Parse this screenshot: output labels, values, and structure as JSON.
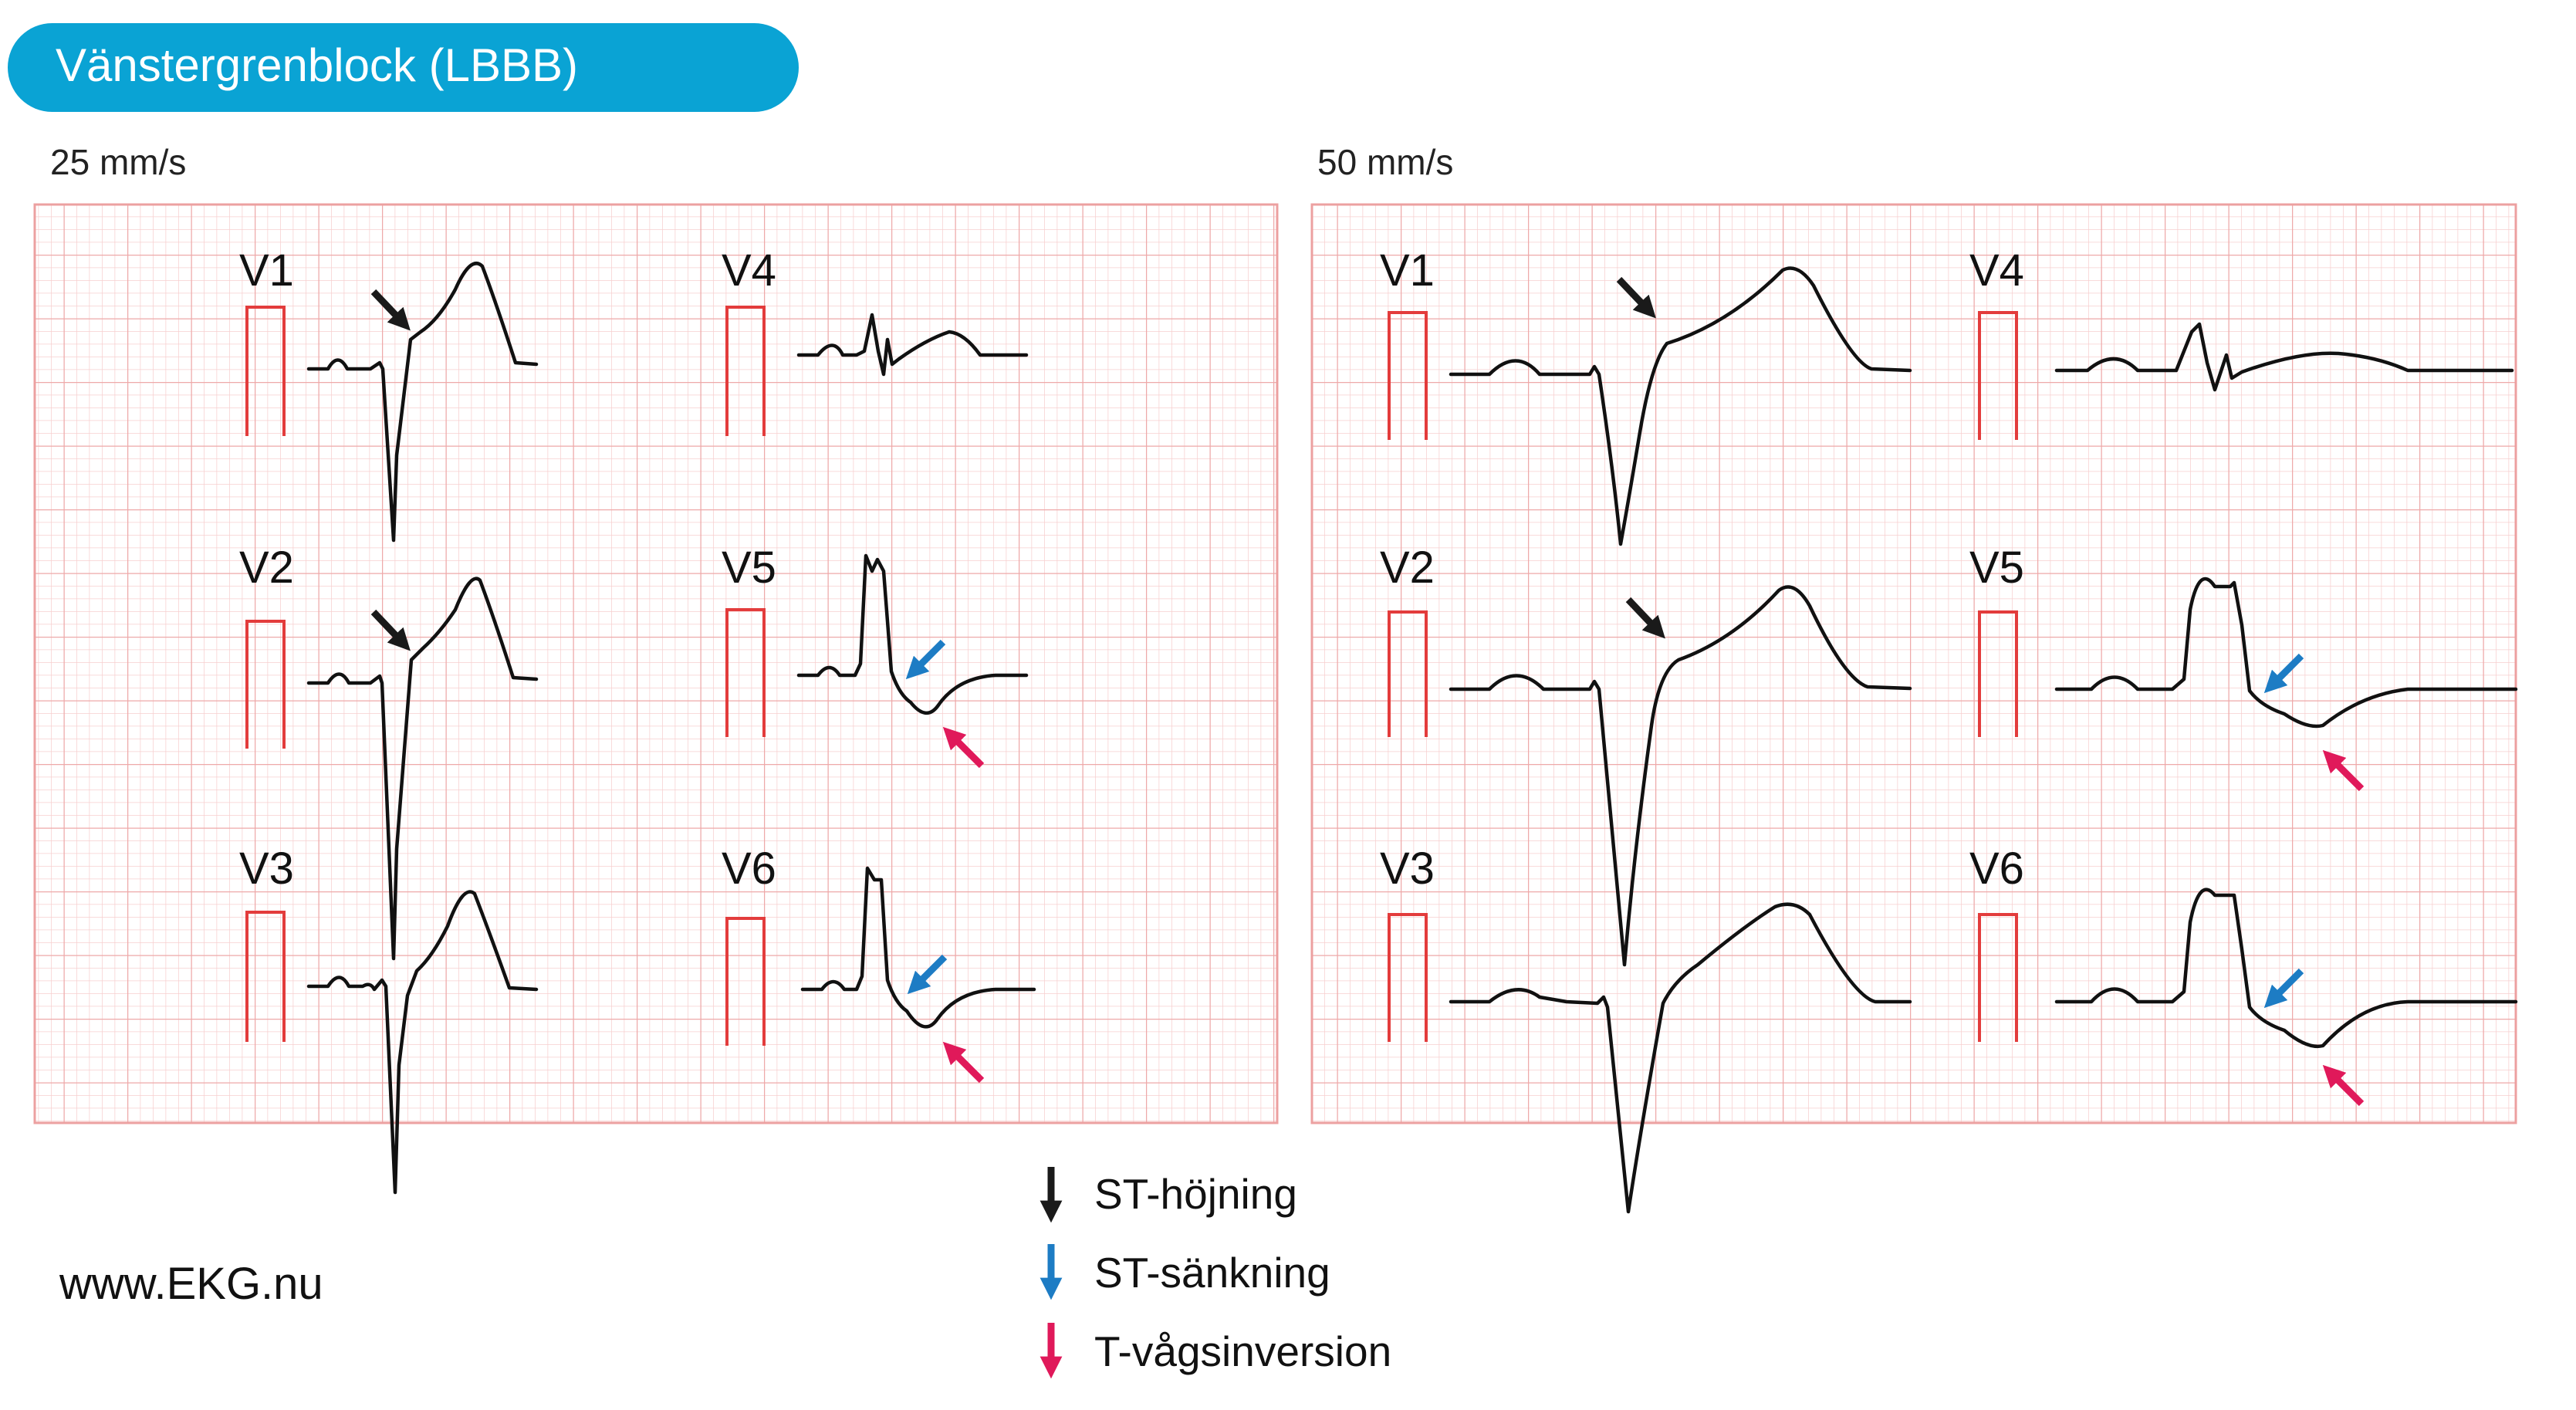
{
  "title": "Vänstergrenblock (LBBB)",
  "panels": [
    {
      "speed_label": "25 mm/s",
      "leads": [
        "V1",
        "V2",
        "V3",
        "V4",
        "V5",
        "V6"
      ]
    },
    {
      "speed_label": "50 mm/s",
      "leads": [
        "V1",
        "V2",
        "V3",
        "V4",
        "V5",
        "V6"
      ]
    }
  ],
  "legend": [
    {
      "label": "ST-höjning",
      "color": "#1a1a1a"
    },
    {
      "label": "ST-sänkning",
      "color": "#1d7cc4"
    },
    {
      "label": "T-vågsinversion",
      "color": "#e0195a"
    }
  ],
  "website": "www.EKG.nu",
  "colors": {
    "title_bg": "#0aa3d4",
    "grid_minor": "#f6c9c9",
    "grid_major": "#eca0a0",
    "calibration": "#e33c3c"
  }
}
